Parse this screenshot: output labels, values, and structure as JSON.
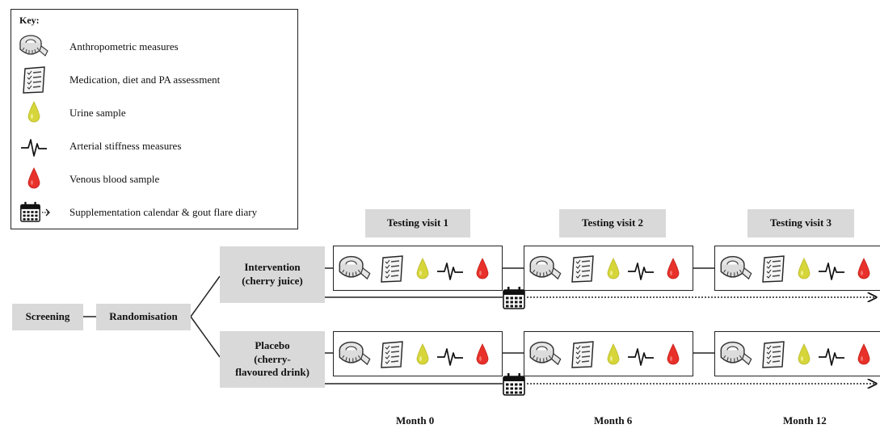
{
  "key": {
    "title": "Key:",
    "items": [
      {
        "icon": "tape-measure-icon",
        "label": "Anthropometric measures"
      },
      {
        "icon": "checklist-icon",
        "label": "Medication, diet and PA assessment"
      },
      {
        "icon": "urine-drop-icon",
        "label": "Urine sample"
      },
      {
        "icon": "pulse-wave-icon",
        "label": "Arterial stiffness measures"
      },
      {
        "icon": "blood-drop-icon",
        "label": "Venous blood sample"
      },
      {
        "icon": "calendar-arrow-icon",
        "label": "Supplementation calendar & gout flare diary"
      }
    ]
  },
  "flow": {
    "screening": "Screening",
    "randomisation": "Randomisation",
    "intervention": "Intervention (cherry juice)",
    "placebo_line1": "Placebo",
    "placebo_line2": "(cherry-",
    "placebo_line3": "flavoured drink)",
    "intervention_line1": "Intervention",
    "intervention_line2": "(cherry juice)"
  },
  "visits": [
    "Testing visit 1",
    "Testing visit 2",
    "Testing visit 3"
  ],
  "months": [
    "Month 0",
    "Month 6",
    "Month 12"
  ],
  "colors": {
    "urine": "#d6d63a",
    "blood": "#e8312a",
    "box_fill": "#d9d9d9",
    "line": "#222222"
  }
}
